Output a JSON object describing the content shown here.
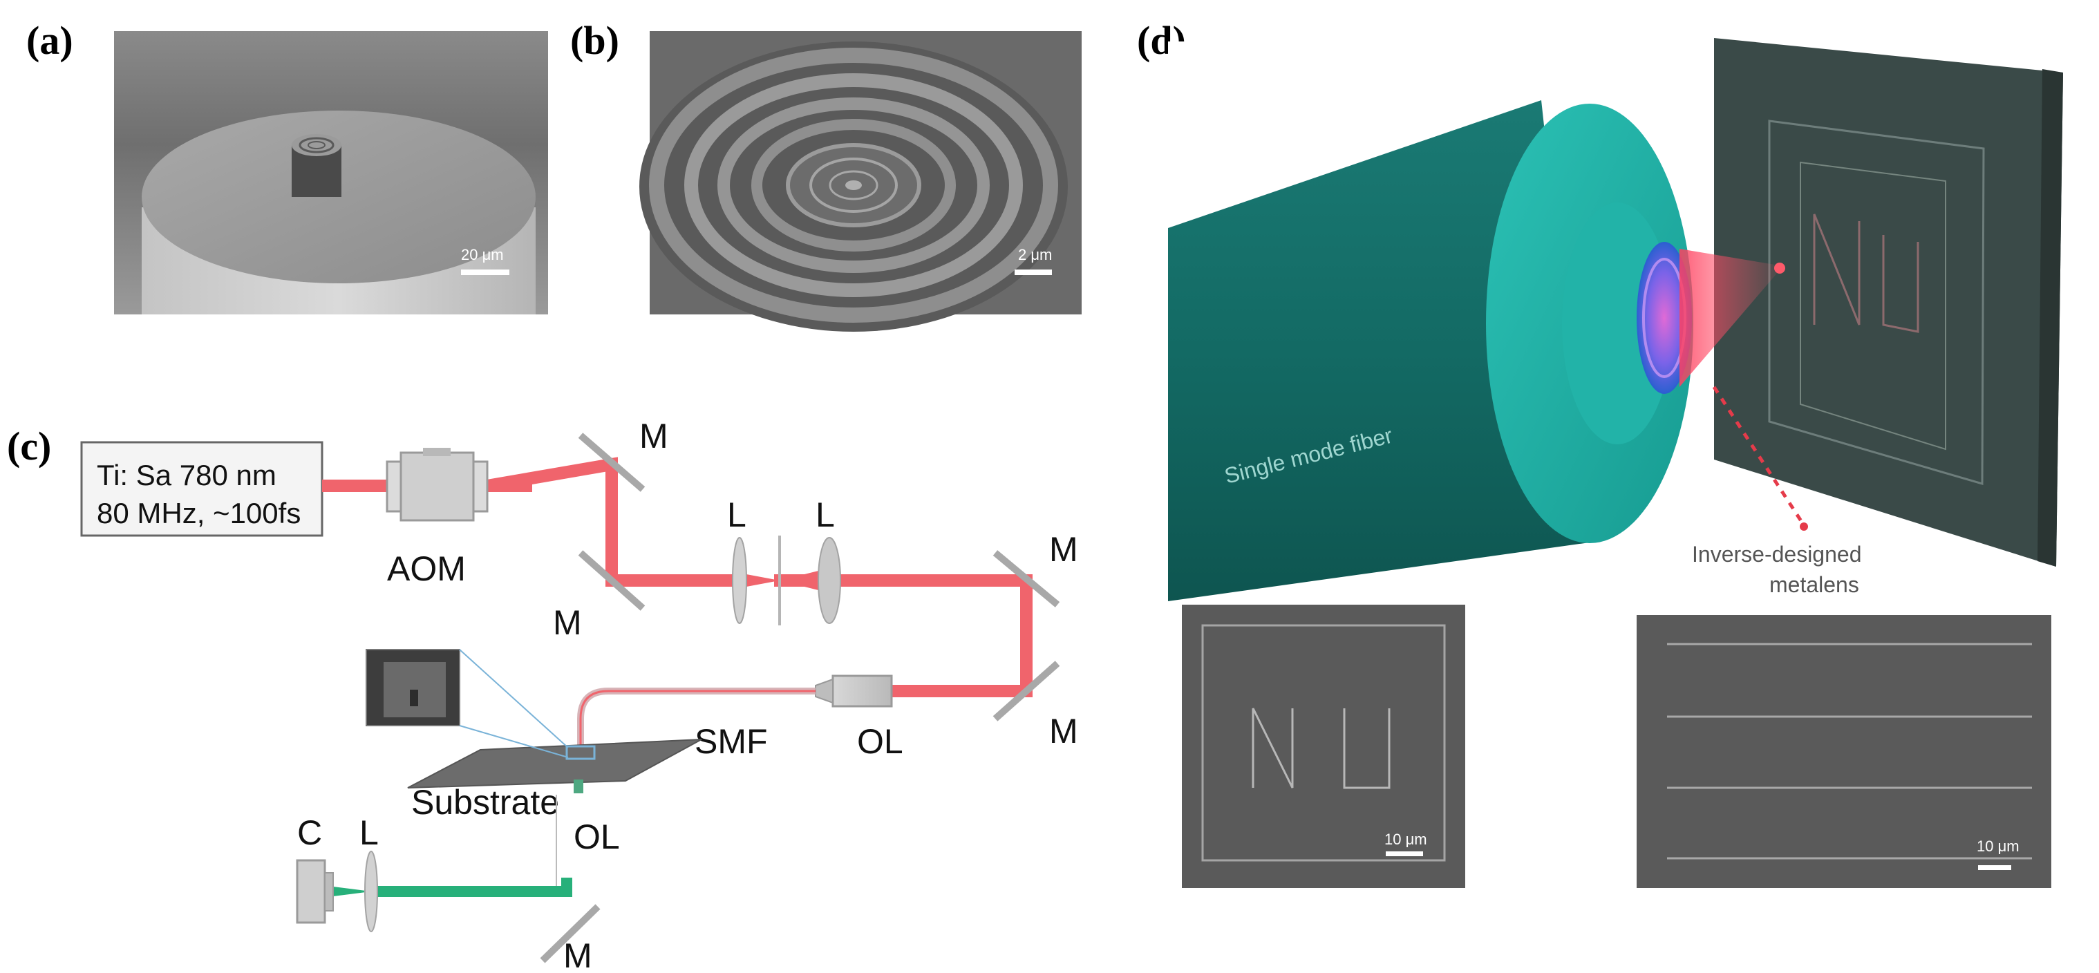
{
  "panels": {
    "a": {
      "label": "(a)",
      "scale_bar": "20 μm"
    },
    "b": {
      "label": "(b)",
      "scale_bar": "2 μm"
    },
    "c": {
      "label": "(c)",
      "laser_line1": "Ti: Sa 780 nm",
      "laser_line2": "80 MHz, ~100fs",
      "aom": "AOM",
      "mirror": "M",
      "lens": "L",
      "objective": "OL",
      "smf": "SMF",
      "substrate": "Substrate",
      "camera": "C"
    },
    "d": {
      "label": "(d)",
      "fiber_label": "Single mode fiber",
      "metalens_line1": "Inverse-designed",
      "metalens_line2": "metalens",
      "scale_bar_left": "10 μm",
      "scale_bar_right": "10 μm"
    }
  },
  "colors": {
    "beam_red": "#f0646c",
    "beam_green": "#27b07a",
    "fiber_teal": "#1fa7a0",
    "sem_gray": "#5f5f5f"
  }
}
